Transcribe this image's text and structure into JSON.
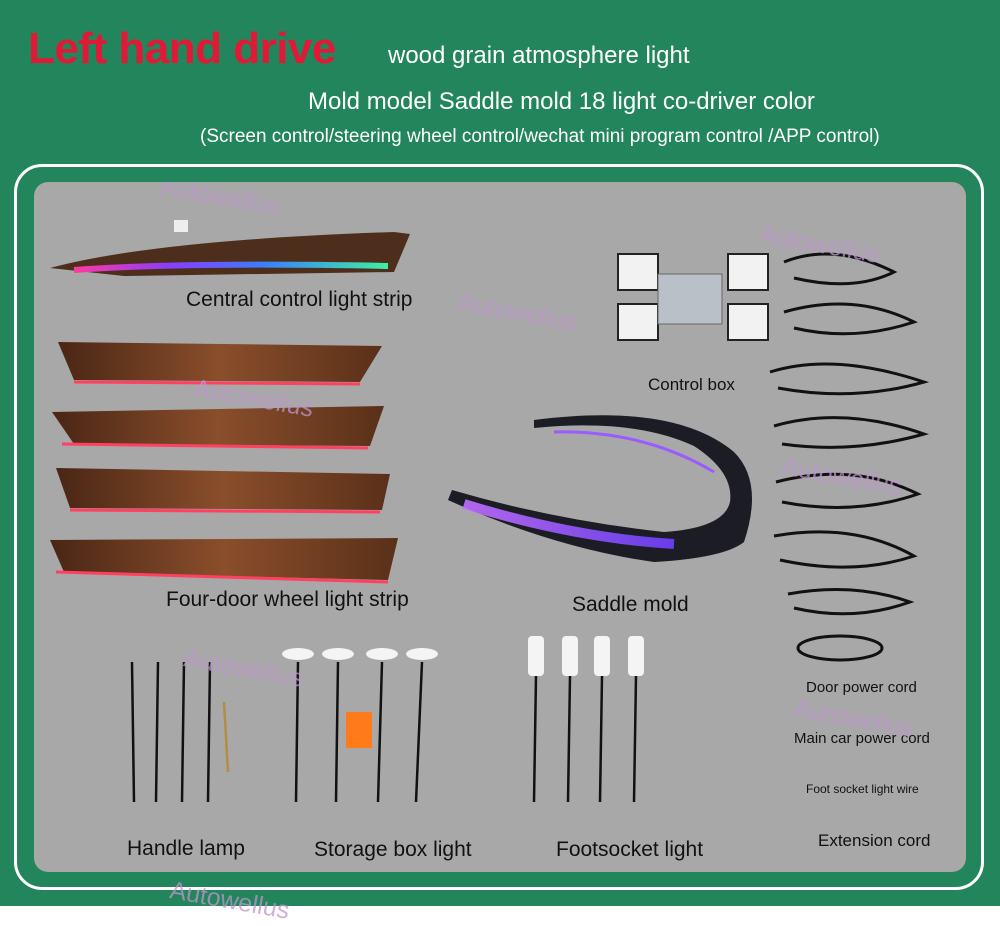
{
  "header": {
    "headline": "Left hand drive",
    "subtitle_1": "wood grain atmosphere light",
    "subtitle_2": "Mold model Saddle mold 18 light co-driver color",
    "subtitle_3": "(Screen control/steering wheel control/wechat mini program control /APP control)"
  },
  "labels": {
    "central_strip": "Central control light strip",
    "four_door": "Four-door wheel light strip",
    "control_box": "Control box",
    "saddle_mold": "Saddle mold",
    "door_power": "Door power cord",
    "main_power": "Main car power cord",
    "foot_wire": "Foot socket light wire",
    "extension": "Extension cord",
    "handle_lamp": "Handle lamp",
    "storage_box": "Storage box light",
    "footsocket": "Footsocket light"
  },
  "watermark": "Autowellus",
  "colors": {
    "background_green": "#23855b",
    "headline_red": "#e01a36",
    "panel_gray": "#a8a8a8",
    "wood": "#6e3f24",
    "glow_red": "#ff4060",
    "glow_purple": "#9a5cff"
  }
}
